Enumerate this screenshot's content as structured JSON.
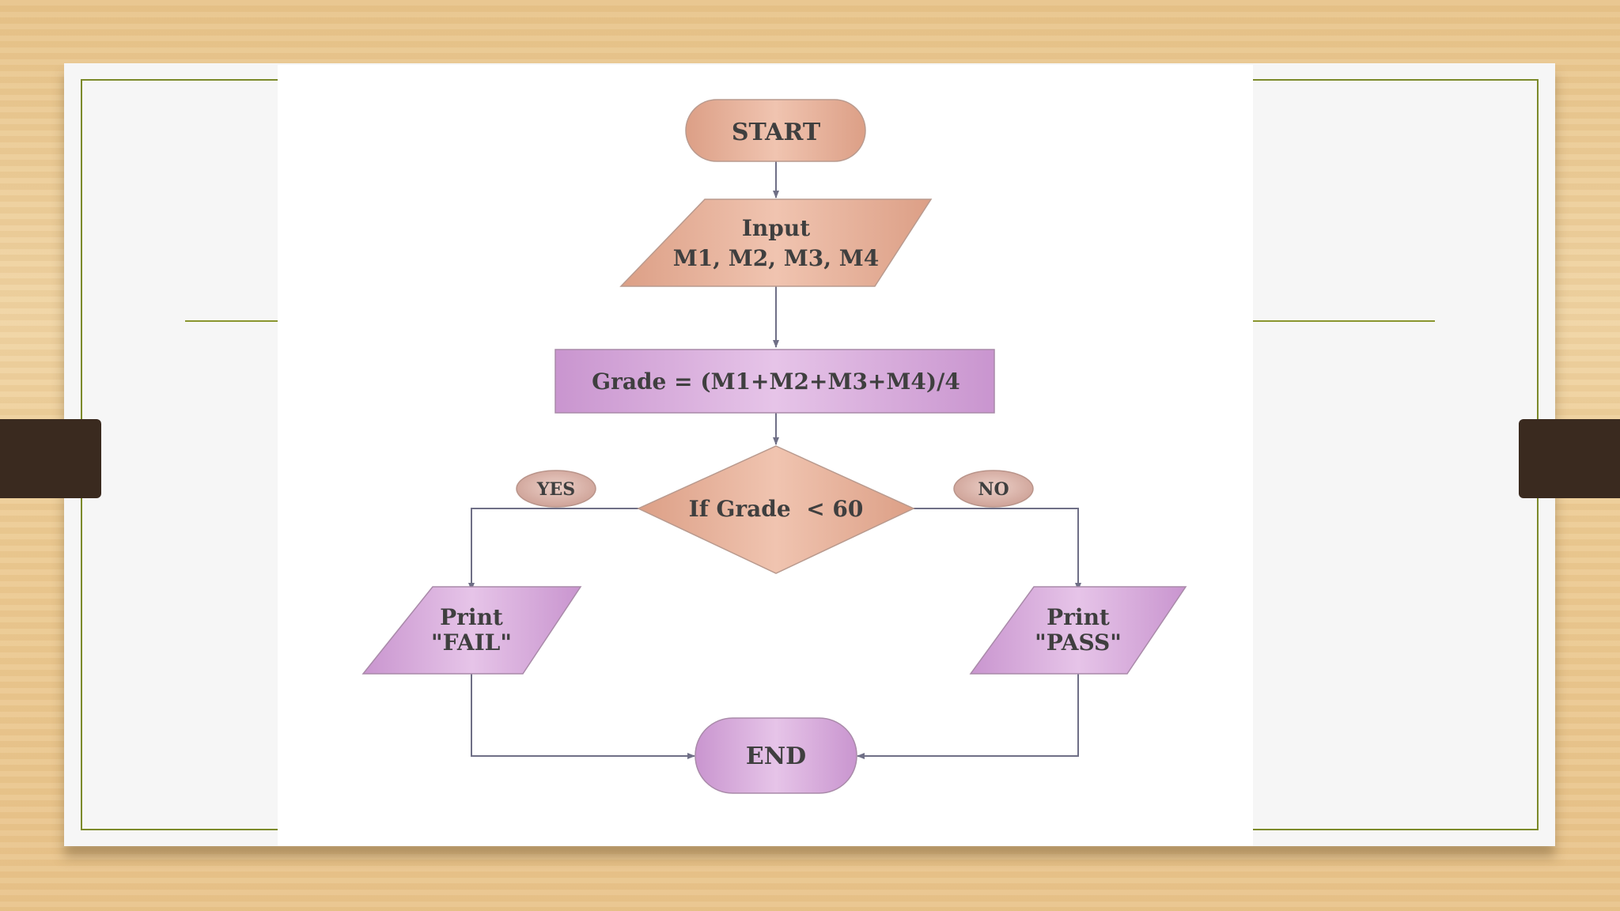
{
  "diagram": {
    "nodes": {
      "start": {
        "label": "START"
      },
      "input": {
        "line1": "Input",
        "line2": "M1, M2, M3, M4"
      },
      "compute": {
        "label": "Grade = (M1+M2+M3+M4)/4"
      },
      "decision": {
        "label": "If Grade  < 60"
      },
      "fail": {
        "line1": "Print",
        "line2": "\"FAIL\""
      },
      "pass": {
        "line1": "Print",
        "line2": "\"PASS\""
      },
      "end": {
        "label": "END"
      }
    },
    "branch_labels": {
      "yes": "YES",
      "no": "NO"
    },
    "colors": {
      "peach": "#e2ab94",
      "lilac": "#d4a6d8",
      "edge": "#6f6f86",
      "badge": "#d8b0a6"
    }
  }
}
